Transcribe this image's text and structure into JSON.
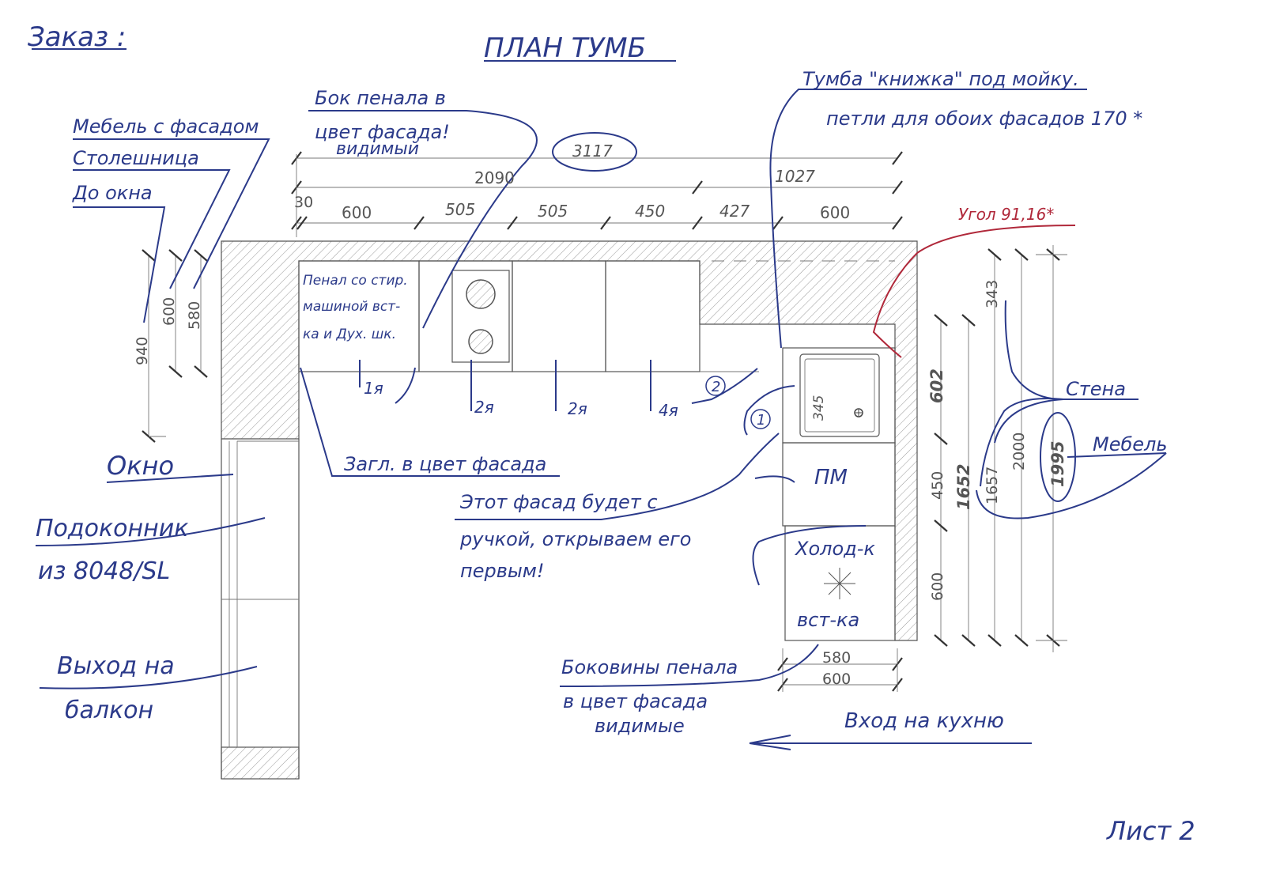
{
  "header": {
    "order": "Заказ :",
    "title": "ПЛАН ТУМБ",
    "sheet": "Лист 2"
  },
  "notes": {
    "side_panel_1": "Бок пенала в",
    "side_panel_2": "цвет фасада!",
    "side_panel_3": "видимый",
    "sink_cab_1": "Тумба \"книжка\" под мойку.",
    "sink_cab_2": "петли для обоих фасадов 170 *",
    "furniture_facade": "Мебель с фасадом",
    "countertop": "Столешница",
    "to_window": "До окна",
    "angle": "Угол 91,16*",
    "wall": "Стена",
    "furniture": "Мебель",
    "window": "Окно",
    "sill_1": "Подоконник",
    "sill_2": "из 8048/SL",
    "balcony_1": "Выход на",
    "balcony_2": "балкон",
    "plug": "Загл. в цвет фасада",
    "handle_1": "Этот фасад будет с",
    "handle_2": "ручкой, открываем его",
    "handle_3": "первым!",
    "pm": "ПМ",
    "fridge_1": "Холод-к",
    "fridge_2": "вст-ка",
    "sides_1": "Боковины пенала",
    "sides_2": "в цвет фасада",
    "sides_3": "видимые",
    "entrance": "Вход на кухню",
    "tall_1": "Пенал со стир.",
    "tall_2": "машиной вст-",
    "tall_3": "ка и Дух. шк.",
    "d1": "1я",
    "d2a": "2я",
    "d2b": "2я",
    "d4": "4я",
    "c1": "1",
    "c2": "2"
  },
  "dims": {
    "total": "3117",
    "d2090": "2090",
    "d1027": "1027",
    "d30": "30",
    "d600a": "600",
    "d505a": "505",
    "d505b": "505",
    "d450": "450",
    "d427": "427",
    "d600b": "600",
    "v940": "940",
    "v600": "600",
    "v580": "580",
    "v345": "345",
    "r602": "602",
    "r450": "450",
    "r600": "600",
    "r1652": "1652",
    "r1657": "1657",
    "r343": "343",
    "r2000": "2000",
    "r1995": "1995",
    "b580": "580",
    "b600": "600"
  }
}
